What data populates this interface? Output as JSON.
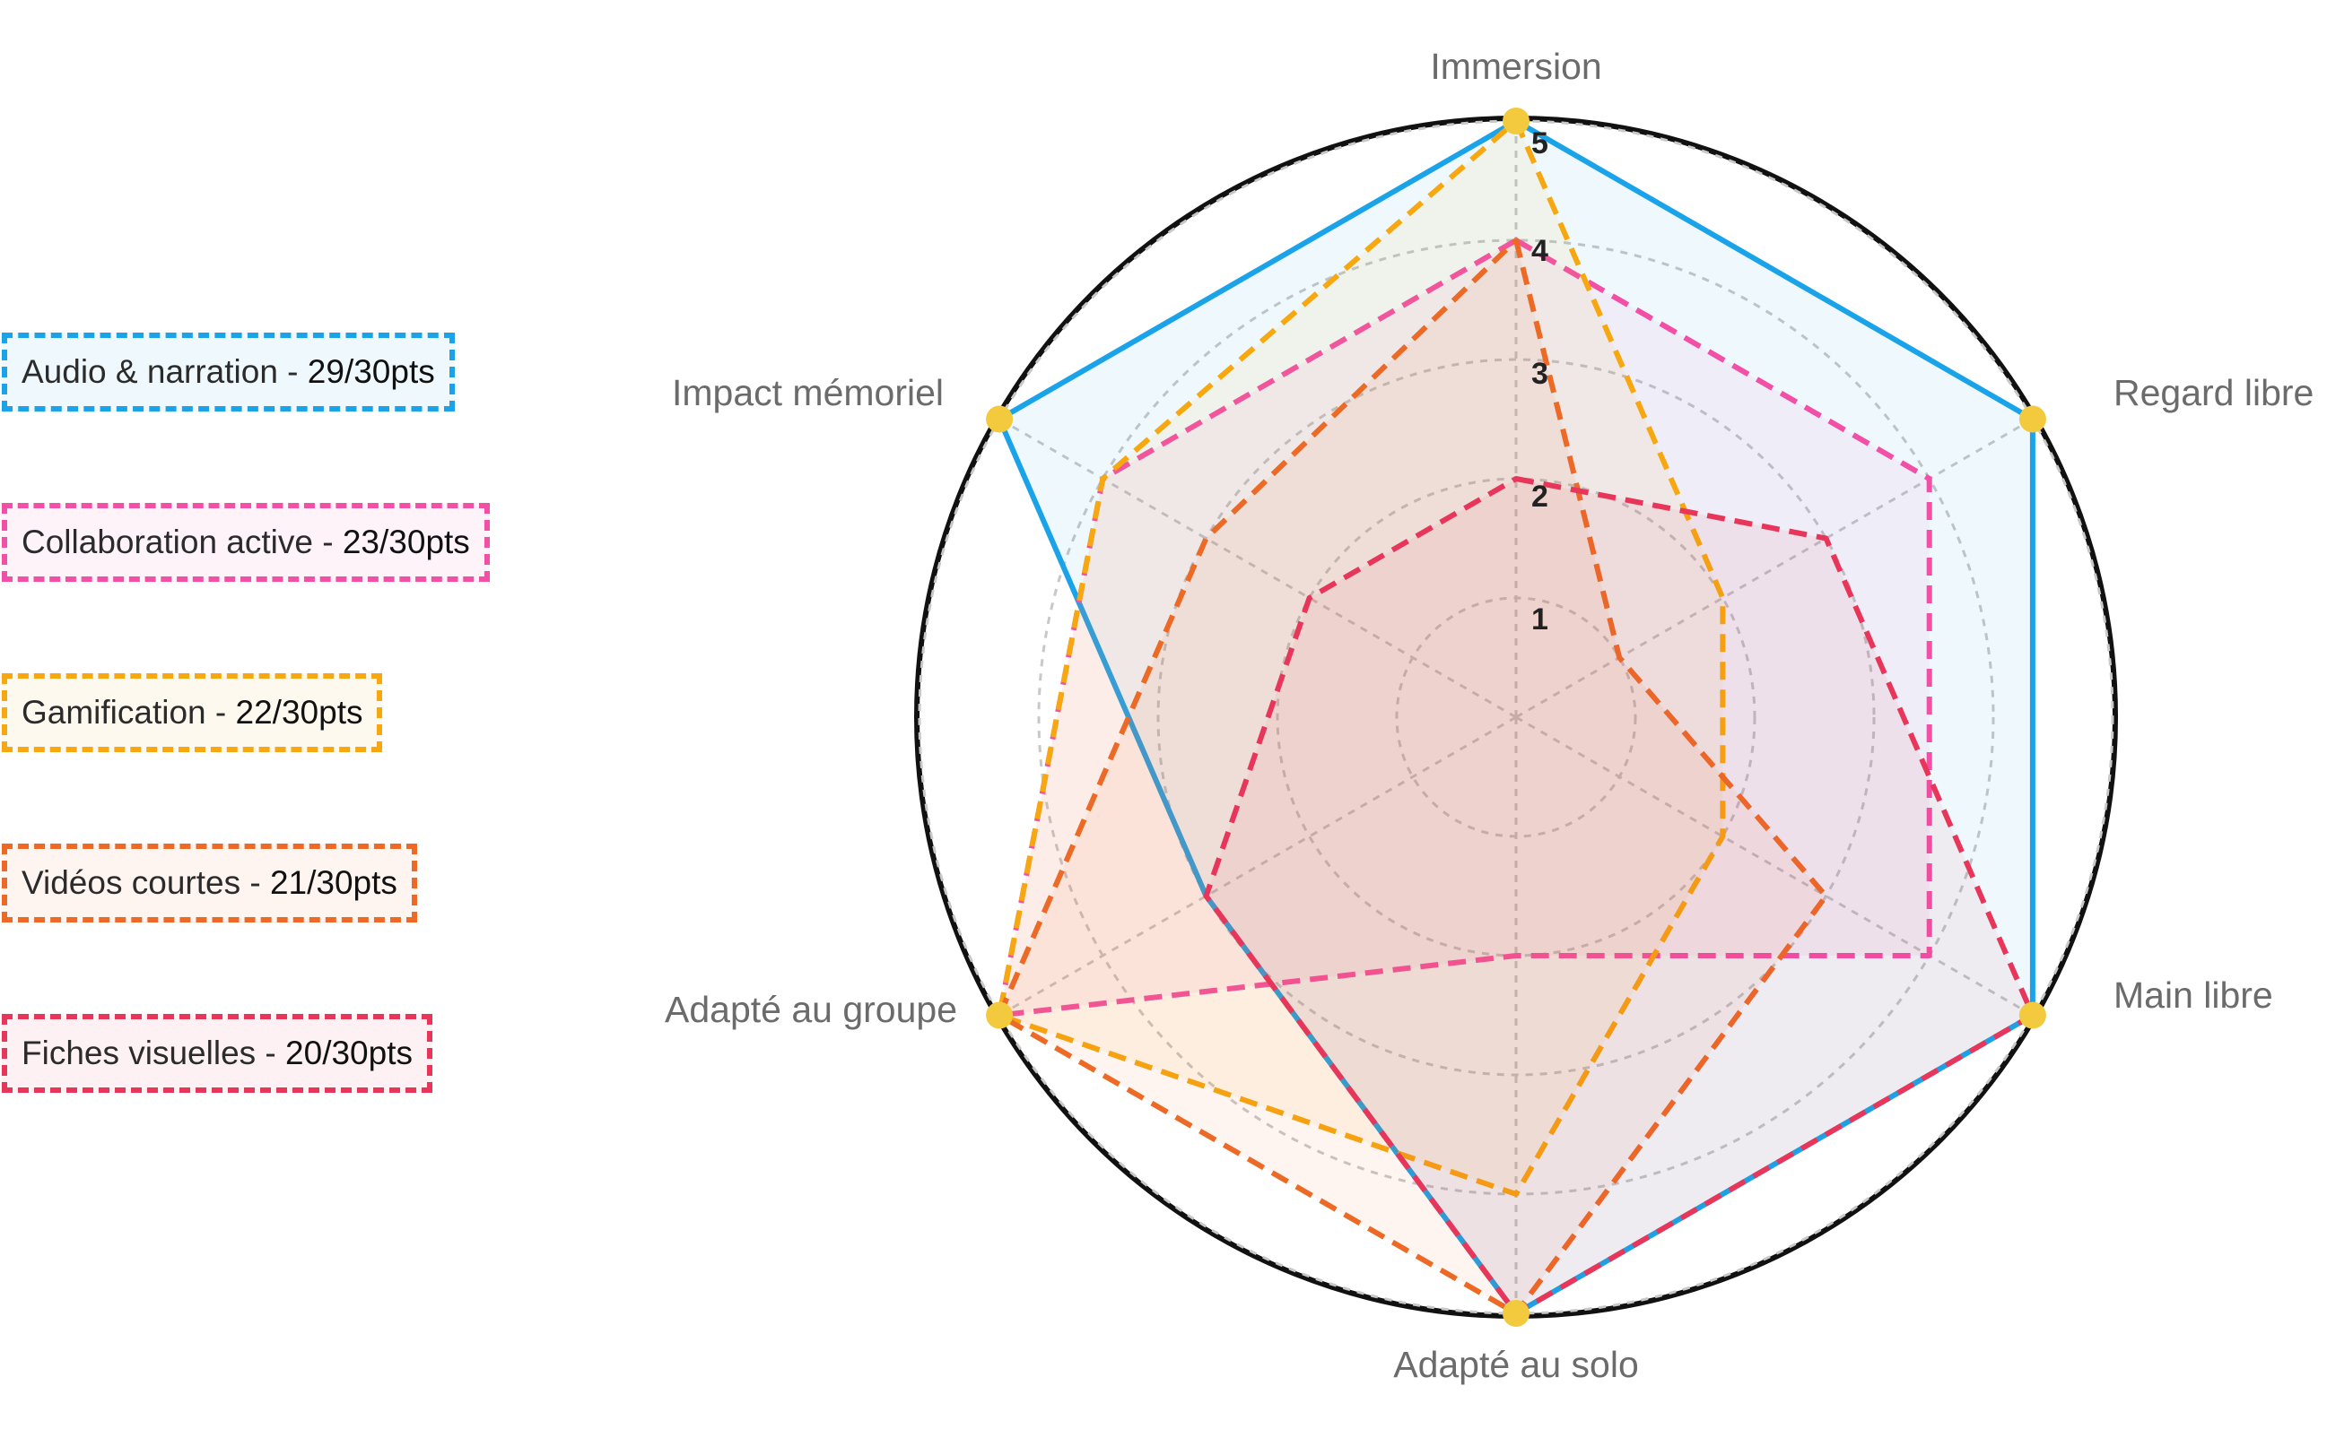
{
  "chart_data": {
    "type": "radar",
    "axes": [
      "Immersion",
      "Regard libre",
      "Main libre",
      "Adapté au solo",
      "Adapté au groupe",
      "Impact mémoriel"
    ],
    "rmax": 5,
    "ticks": [
      "1",
      "2",
      "3",
      "4",
      "5"
    ],
    "grid": true,
    "legend_position": "left",
    "series": [
      {
        "name": "Audio & narration",
        "score": "29/30pts",
        "color": "#1aa3e8",
        "dash": "solid",
        "values": [
          5,
          5,
          5,
          5,
          3,
          5
        ]
      },
      {
        "name": "Collaboration active",
        "score": "23/30pts",
        "color": "#f24fa7",
        "dash": "dashed",
        "values": [
          4,
          4,
          4,
          2,
          5,
          4
        ]
      },
      {
        "name": "Gamification",
        "score": "22/30pts",
        "color": "#f7a70f",
        "dash": "dashed",
        "values": [
          5,
          2,
          2,
          4,
          5,
          4
        ]
      },
      {
        "name": "Vidéos courtes",
        "score": "21/30pts",
        "color": "#ec6a25",
        "dash": "dashed",
        "values": [
          4,
          1,
          3,
          5,
          5,
          3
        ]
      },
      {
        "name": "Fiches visuelles",
        "score": "20/30pts",
        "color": "#e8365a",
        "dash": "dashed",
        "values": [
          2,
          3,
          5,
          5,
          3,
          2
        ]
      }
    ]
  }
}
